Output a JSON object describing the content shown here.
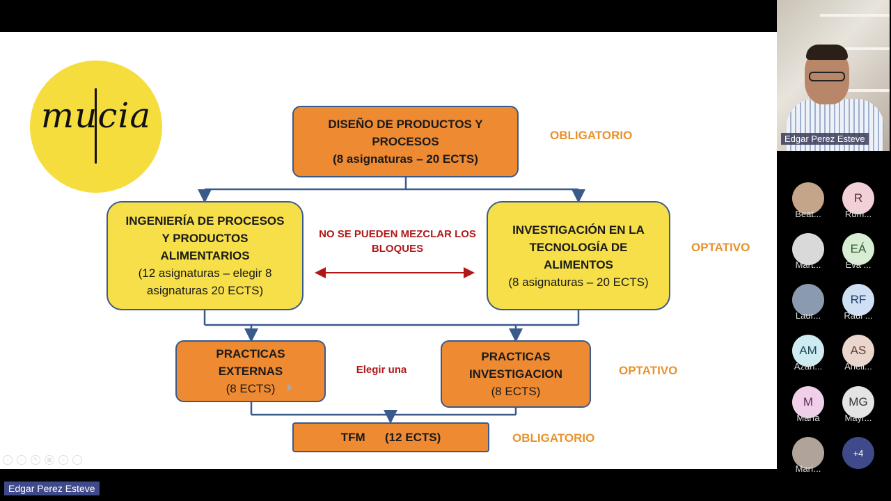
{
  "slide": {
    "logo": "mu|cia",
    "top_box": {
      "title1": "DISEÑO DE PRODUCTOS Y",
      "title2": "PROCESOS",
      "detail": "(8 asignaturas – 20 ECTS)"
    },
    "left_box": {
      "l1": "INGENIERÍA DE PROCESOS",
      "l2": "Y PRODUCTOS",
      "l3": "ALIMENTARIOS",
      "l4": "(12 asignaturas – elegir 8",
      "l5": "asignaturas  20 ECTS)"
    },
    "right_box": {
      "l1": "INVESTIGACIÓN EN LA",
      "l2": "TECNOLOGÍA DE",
      "l3": "ALIMENTOS",
      "l4": "(8 asignaturas – 20 ECTS)"
    },
    "no_mix_1": "NO SE PUEDEN MEZCLAR LOS",
    "no_mix_2": "BLOQUES",
    "pract_ext": {
      "l1": "PRACTICAS",
      "l2": "EXTERNAS",
      "l3": "(8 ECTS)"
    },
    "pract_inv": {
      "l1": "PRACTICAS",
      "l2": "INVESTIGACION",
      "l3": "(8 ECTS)"
    },
    "choose_one": "Elegir una",
    "tfm": "TFM      (12 ECTS)",
    "tag_obligatorio_1": "OBLIGATORIO",
    "tag_optativo_1": "OPTATIVO",
    "tag_optativo_2": "OPTATIVO",
    "tag_obligatorio_2": "OBLIGATORIO"
  },
  "speaker": {
    "name": "Edgar Perez Esteve"
  },
  "presenter_label": "Edgar Perez Esteve",
  "participants": [
    {
      "initials": "",
      "name": "Beat...",
      "color": "#c4a58a"
    },
    {
      "initials": "R",
      "name": "Rum...",
      "color": "#f2d0d8"
    },
    {
      "initials": "",
      "name": "Mart...",
      "color": "#d9d9d9"
    },
    {
      "initials": "EÁ",
      "name": "Eva ...",
      "color": "#d7eed4"
    },
    {
      "initials": "",
      "name": "Laur...",
      "color": "#8a9bb0"
    },
    {
      "initials": "RF",
      "name": "Raúl ...",
      "color": "#cfe0f5"
    },
    {
      "initials": "AM",
      "name": "Azah...",
      "color": "#cdebf0"
    },
    {
      "initials": "AS",
      "name": "Aneli...",
      "color": "#ead6cc"
    },
    {
      "initials": "M",
      "name": "María",
      "color": "#efd0e8"
    },
    {
      "initials": "MG",
      "name": "Mayr...",
      "color": "#e4e4e4"
    },
    {
      "initials": "",
      "name": "Marí...",
      "color": "#b0a49a"
    }
  ],
  "more_count": "+4",
  "colors": {
    "orange": "#ee8a32",
    "yellow": "#f6df48",
    "border": "#3a5a8c",
    "tag": "#e8922e",
    "red": "#b01818"
  }
}
